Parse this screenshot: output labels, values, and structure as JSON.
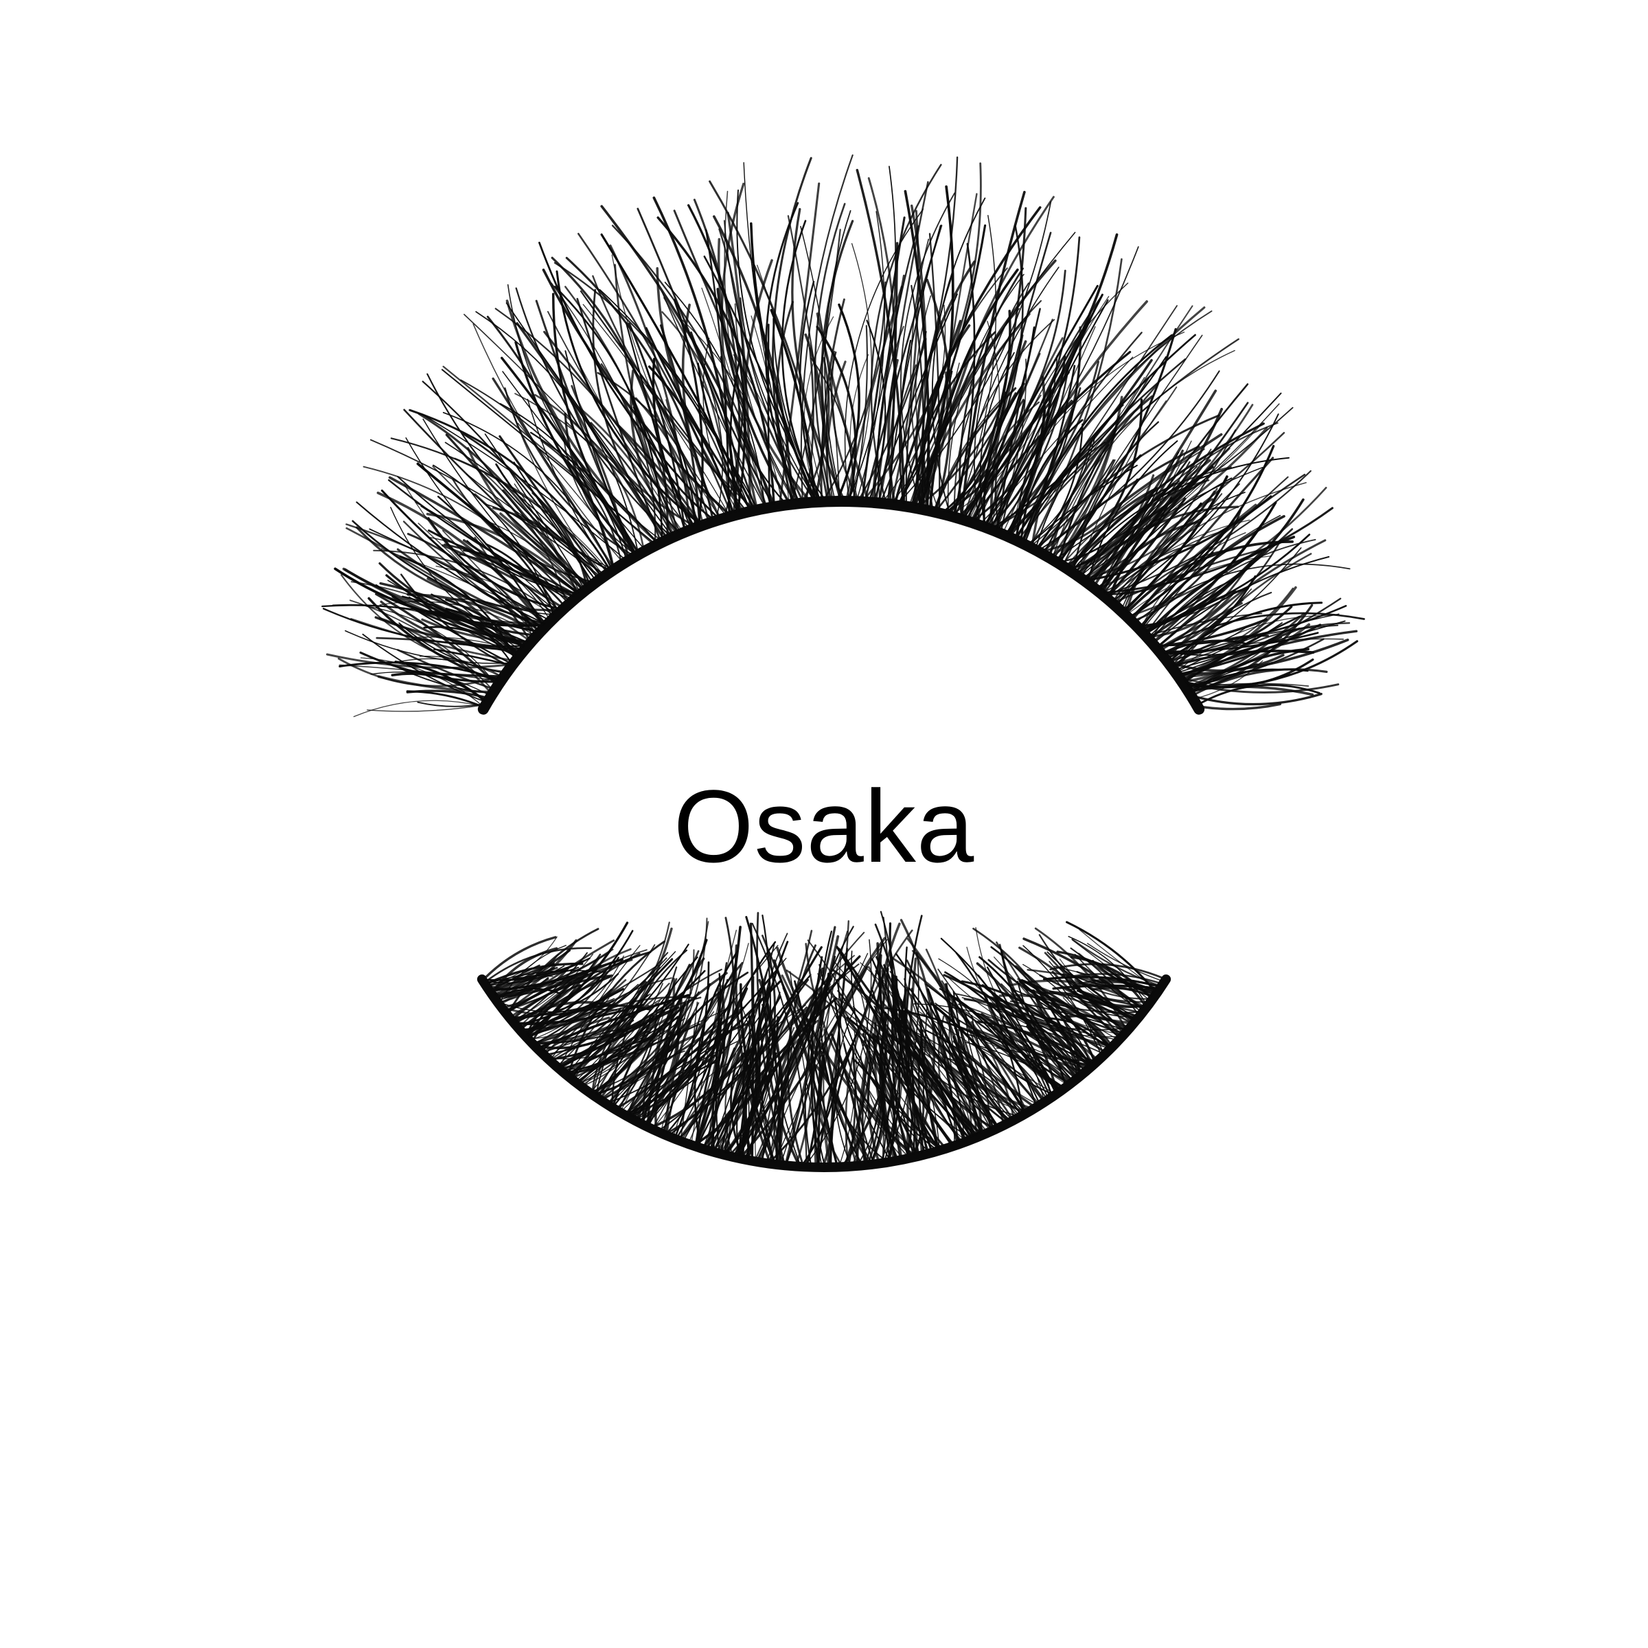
{
  "product": {
    "name": "Osaka"
  },
  "colors": {
    "background": "#ffffff",
    "lash": "#0a0a0a",
    "text": "#000000"
  },
  "illustration": {
    "upper": "upper-eyelash-strip",
    "lower": "lower-eyelash-strip"
  }
}
